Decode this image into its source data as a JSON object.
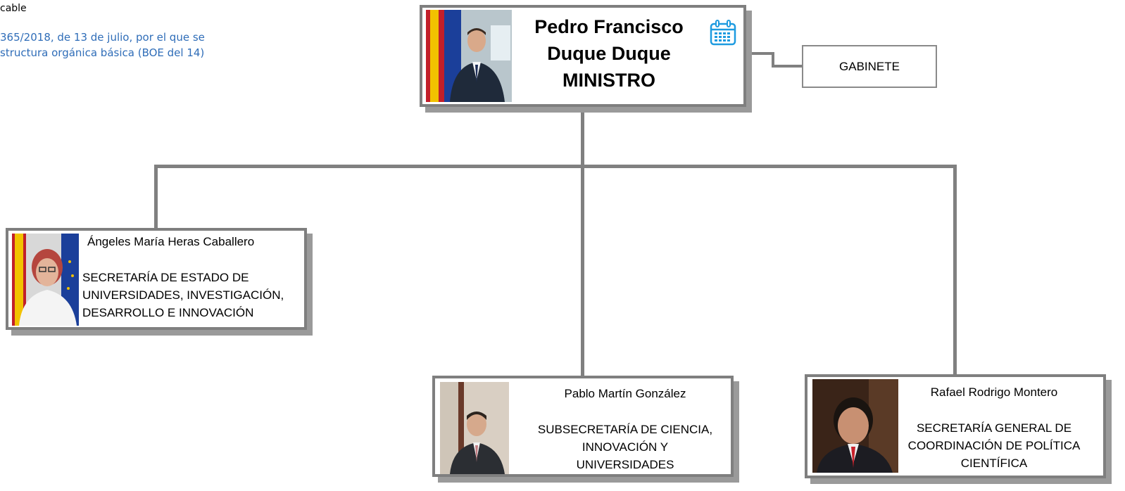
{
  "header": {
    "title_fragment": "cable",
    "link_line1": "365/2018, de 13 de julio, por el que se",
    "link_line2": "structura orgánica básica (BOE del 14)"
  },
  "minister": {
    "name_line1": "Pedro Francisco",
    "name_line2": "Duque Duque",
    "role": "MINISTRO",
    "icon": "calendar-icon"
  },
  "gabinete": {
    "label": "GABINETE"
  },
  "units": [
    {
      "person": "Ángeles María Heras Caballero",
      "unit_line1": "SECRETARÍA DE ESTADO DE",
      "unit_line2": "UNIVERSIDADES, INVESTIGACIÓN,",
      "unit_line3": "DESARROLLO E INNOVACIÓN"
    },
    {
      "person": "Pablo Martín González",
      "unit_line1": "SUBSECRETARÍA DE CIENCIA,",
      "unit_line2": "INNOVACIÓN Y",
      "unit_line3": "UNIVERSIDADES"
    },
    {
      "person": "Rafael Rodrigo Montero",
      "unit_line1": "SECRETARÍA GENERAL DE",
      "unit_line2": "COORDINACIÓN DE POLÍTICA",
      "unit_line3": "CIENTÍFICA"
    }
  ],
  "colors": {
    "connector": "#808080",
    "link": "#2f6db8",
    "icon": "#1e9be0"
  }
}
